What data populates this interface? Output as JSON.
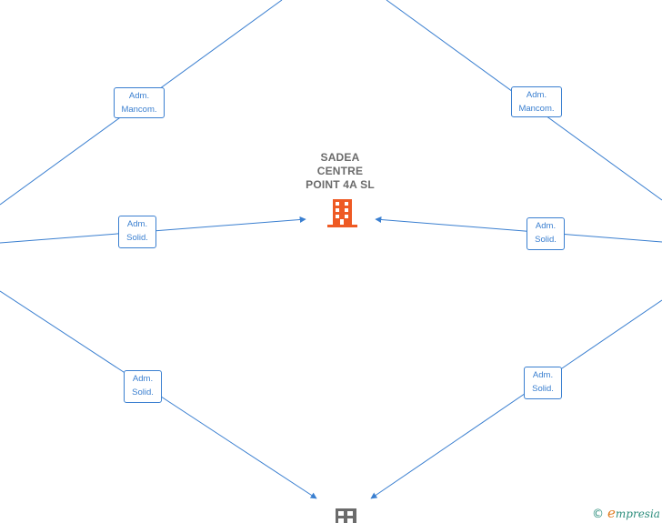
{
  "colors": {
    "edge": "#3a7fd0",
    "main_node": "#ee5a24",
    "secondary_node": "#6b6b6b",
    "watermark": "#2c8d7c",
    "watermark_e": "#e07a1e"
  },
  "main_node": {
    "name_lines": [
      "SADEA",
      "CENTRE",
      "POINT 4A  SL"
    ],
    "icon": "building-icon"
  },
  "secondary_node": {
    "icon": "building-icon"
  },
  "edges": [
    {
      "label_line1": "Adm.",
      "label_line2": "Mancom."
    },
    {
      "label_line1": "Adm.",
      "label_line2": "Mancom."
    },
    {
      "label_line1": "Adm.",
      "label_line2": "Solid."
    },
    {
      "label_line1": "Adm.",
      "label_line2": "Solid."
    },
    {
      "label_line1": "Adm.",
      "label_line2": "Solid."
    },
    {
      "label_line1": "Adm.",
      "label_line2": "Solid."
    }
  ],
  "watermark": {
    "copyright": "©",
    "e": "e",
    "rest": "mpresia"
  }
}
